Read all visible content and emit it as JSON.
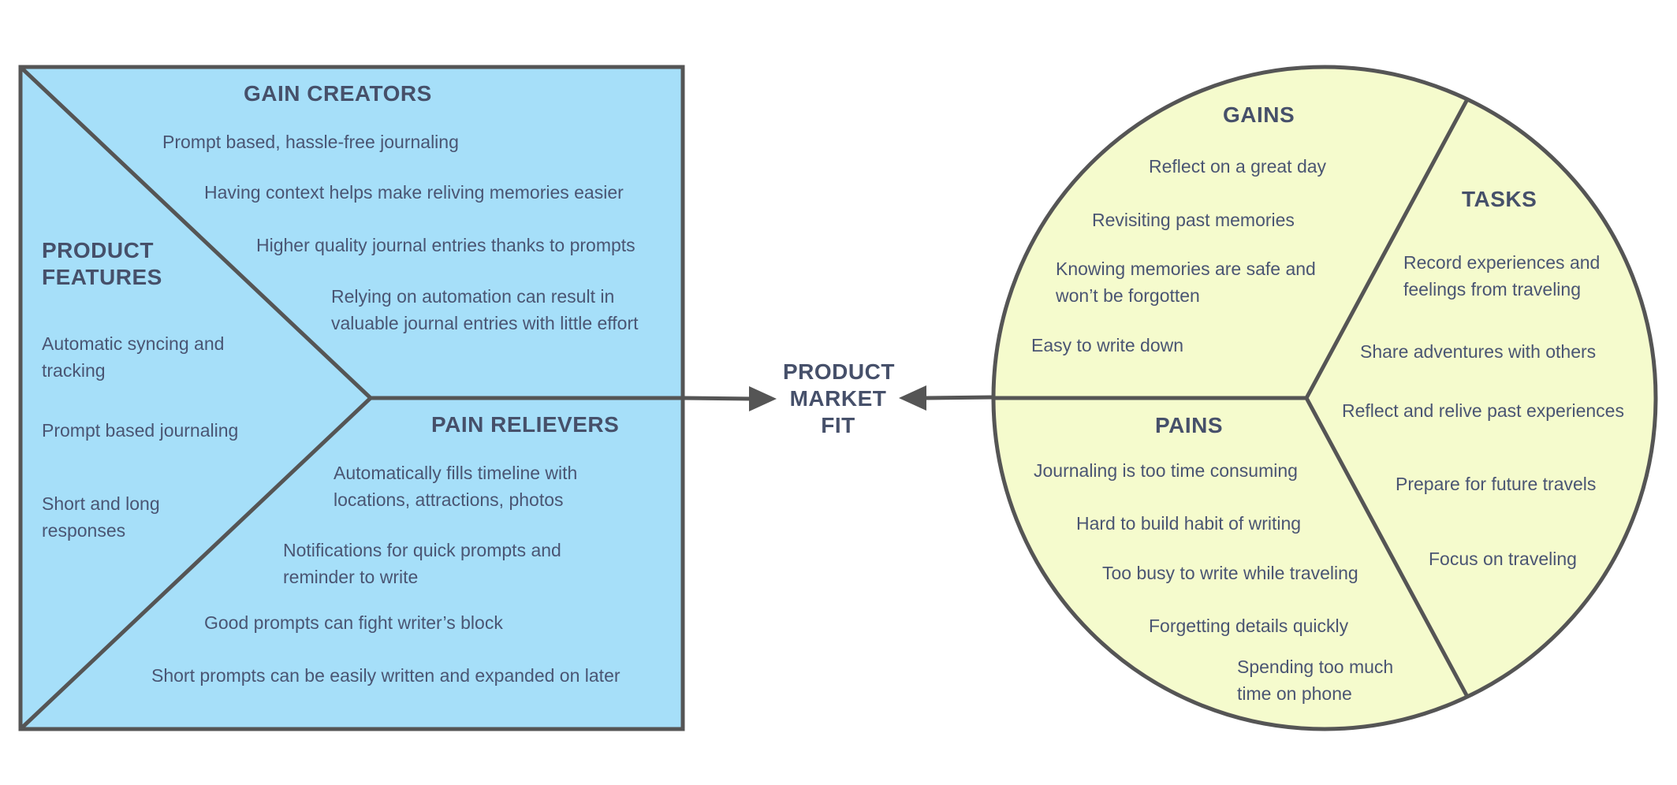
{
  "colors": {
    "value_map_fill": "#a6dff9",
    "customer_profile_fill": "#f5fbcd",
    "stroke": "#555555",
    "text": "#4a5573",
    "heading": "#46506a"
  },
  "value_map": {
    "gain_creators": {
      "title": "GAIN CREATORS",
      "items": [
        "Prompt based, hassle-free journaling",
        "Having context helps make reliving memories easier",
        "Higher quality journal entries thanks to prompts",
        "Relying on automation can result in\nvaluable journal entries with little effort"
      ]
    },
    "product_features": {
      "title": "PRODUCT\nFEATURES",
      "items": [
        "Automatic syncing and\ntracking",
        "Prompt based journaling",
        "Short and long\nresponses"
      ]
    },
    "pain_relievers": {
      "title": "PAIN RELIEVERS",
      "items": [
        "Automatically fills timeline with\nlocations, attractions, photos",
        "Notifications for quick prompts and\nreminder to write",
        "Good prompts can fight writer’s block",
        "Short prompts can be easily written and expanded on later"
      ]
    }
  },
  "fit_label": "PRODUCT\nMARKET\nFIT",
  "customer_profile": {
    "gains": {
      "title": "GAINS",
      "items": [
        "Reflect on a great day",
        "Revisiting past memories",
        "Knowing memories are safe and\nwon’t be forgotten",
        "Easy to write down"
      ]
    },
    "tasks": {
      "title": "TASKS",
      "items": [
        "Record experiences and\nfeelings  from traveling",
        "Share adventures with others",
        "Reflect and relive past experiences",
        "Prepare for future travels",
        "Focus on traveling"
      ]
    },
    "pains": {
      "title": "PAINS",
      "items": [
        "Journaling is too time consuming",
        "Hard to build habit of writing",
        "Too busy to write while traveling",
        "Forgetting details quickly",
        "Spending too much\ntime on phone"
      ]
    }
  }
}
